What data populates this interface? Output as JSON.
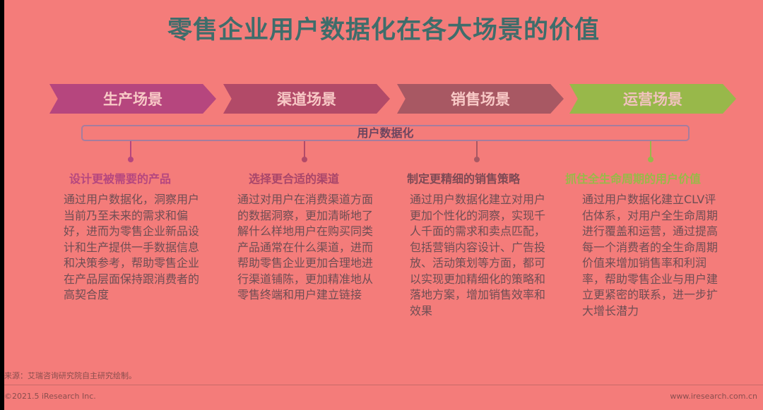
{
  "title": "零售企业用户数据化在各大场景的价值",
  "scenes": [
    {
      "label": "生产场景",
      "color": "#b6467e"
    },
    {
      "label": "渠道场景",
      "color": "#b24a68"
    },
    {
      "label": "销售场景",
      "color": "#a85863"
    },
    {
      "label": "运营场景",
      "color": "#98b84a"
    }
  ],
  "center_bar": "用户数据化",
  "columns": [
    {
      "heading": "设计更被需要的产品",
      "heading_color": "#b5477f",
      "body": "通过用户数据化，洞察用户当前乃至未来的需求和偏好，进而为零售企业新品设计和生产提供一手数据信息和决策参考，帮助零售企业在产品层面保持跟消费者的高契合度"
    },
    {
      "heading": "选择更合适的渠道",
      "heading_color": "#a8466a",
      "body": "通过对用户在消费渠道方面的数据洞察，更加清晰地了解什么样地用户在购买同类产品通常在什么渠道，进而帮助零售企业更加合理地进行渠道铺陈，更加精准地从零售终端和用户建立链接"
    },
    {
      "heading": "制定更精细的销售策略",
      "heading_color": "#7d4a55",
      "body": "通过用户数据化建立对用户更加个性化的洞察，实现千人千面的需求和卖点匹配，包括营销内容设计、广告投放、活动策划等方面，都可以实现更加精细化的策略和落地方案，增加销售效率和效果"
    },
    {
      "heading": "抓住全生命周期的用户价值",
      "heading_color": "#97ba48",
      "body": "通过用户数据化建立CLV评估体系，对用户全生命周期进行覆盖和运营，通过提高每一个消费者的全生命周期价值来增加销售率和利润率，帮助零售企业与用户建立更紧密的联系，进一步扩大增长潜力"
    }
  ],
  "source": "来源：艾瑞咨询研究院自主研究绘制。",
  "copyright": "©2021.5 iResearch Inc.",
  "website": "www.iresearch.com.cn"
}
